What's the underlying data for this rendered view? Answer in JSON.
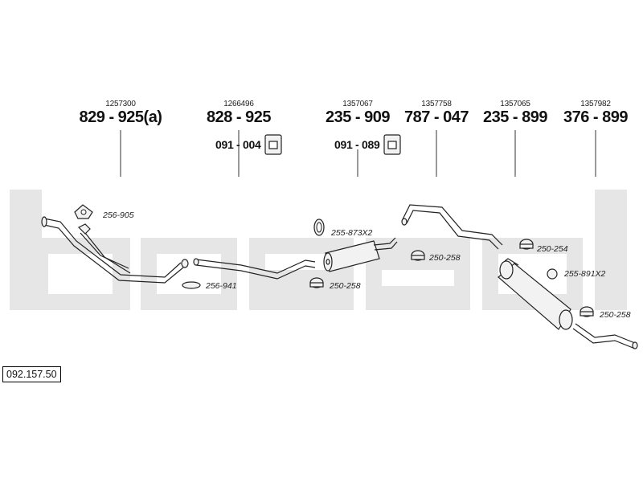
{
  "diagram_id": "092.157.50",
  "references": [
    {
      "oe": "1257300",
      "part": "829 - 925(a)"
    },
    {
      "oe": "1266496",
      "part": "828 - 925"
    },
    {
      "oe": "1357067",
      "part": "235 - 909"
    },
    {
      "oe": "1357758",
      "part": "787 - 047"
    },
    {
      "oe": "1357065",
      "part": "235 - 899"
    },
    {
      "oe": "1357982",
      "part": "376 - 899"
    }
  ],
  "hangers": [
    {
      "code": "091 - 004"
    },
    {
      "code": "091 - 089"
    }
  ],
  "part_labels": {
    "gasket_front": "256-905",
    "gasket_mid": "256-941",
    "ring_gasket": "255-873X2",
    "clamp_a": "250-258",
    "clamp_b": "250-258",
    "clamp_c": "250-254",
    "ring_rear": "255-891X2",
    "clamp_d": "250-258"
  },
  "colors": {
    "watermark": "#e6e6e6",
    "line": "#222222",
    "part_fill": "#f2f2f2"
  }
}
